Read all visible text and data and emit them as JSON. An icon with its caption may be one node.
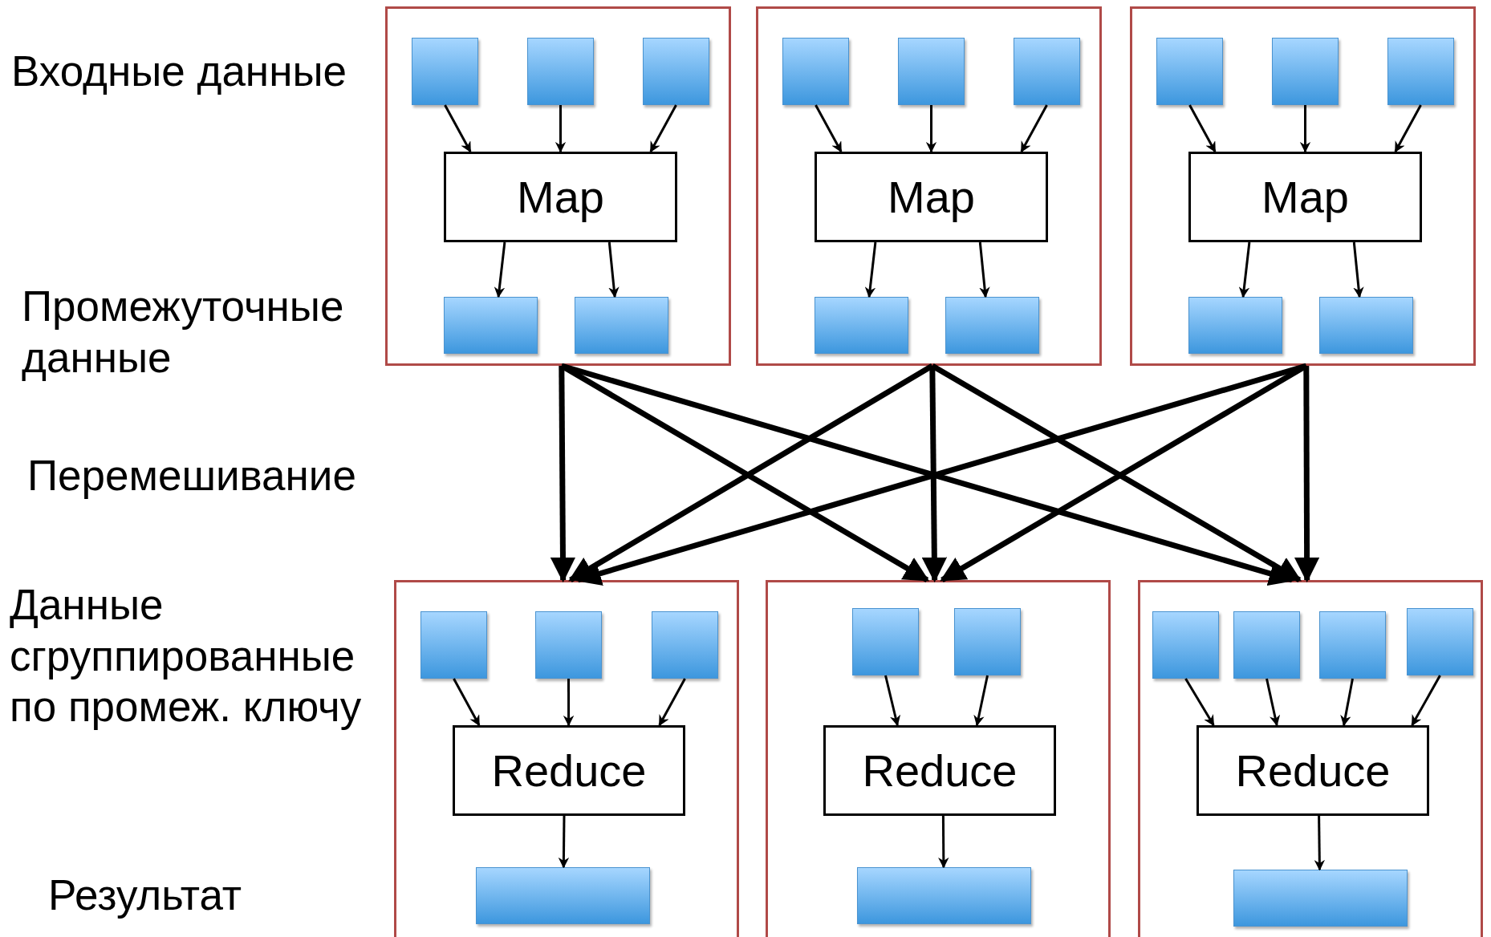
{
  "diagram": {
    "nodes": [
      {
        "text": [],
        "shape": "box"
      },
      {
        "text": [],
        "shape": "box",
        "in": 0
      },
      {
        "text": [],
        "shape": "box",
        "in": 0
      },
      {
        "text": [],
        "shape": "box",
        "in": 0
      },
      {
        "text": [
          "Map"
        ],
        "in": 0
      },
      {
        "text": [],
        "shape": "box",
        "in": 0
      },
      {
        "text": [],
        "shape": "box",
        "in": 0
      },
      {
        "text": [],
        "shape": "box"
      },
      {
        "text": [],
        "shape": "box",
        "in": 7
      },
      {
        "text": [],
        "shape": "box",
        "in": 7
      },
      {
        "text": [],
        "shape": "box",
        "in": 7
      },
      {
        "text": [
          "Map"
        ],
        "in": 7
      },
      {
        "text": [],
        "shape": "box",
        "in": 7
      },
      {
        "text": [],
        "shape": "box",
        "in": 7
      },
      {
        "text": [],
        "shape": "box"
      },
      {
        "text": [],
        "shape": "box",
        "in": 14
      },
      {
        "text": [],
        "shape": "box",
        "in": 14
      },
      {
        "text": [],
        "shape": "box",
        "in": 14
      },
      {
        "text": [
          "Map"
        ],
        "in": 14
      },
      {
        "text": [],
        "shape": "box",
        "in": 14
      },
      {
        "text": [],
        "shape": "box",
        "in": 14
      },
      {
        "text": [],
        "shape": "box"
      },
      {
        "text": [],
        "shape": "box",
        "in": 21
      },
      {
        "text": [],
        "shape": "box",
        "in": 21
      },
      {
        "text": [],
        "shape": "box",
        "in": 21
      },
      {
        "text": [
          "Reduce"
        ],
        "in": 21
      },
      {
        "text": [],
        "shape": "box",
        "in": 21
      },
      {
        "text": [],
        "shape": "box"
      },
      {
        "text": [],
        "shape": "box",
        "in": 27
      },
      {
        "text": [],
        "shape": "box",
        "in": 27
      },
      {
        "text": [
          "Reduce"
        ],
        "in": 27
      },
      {
        "text": [],
        "shape": "box",
        "in": 27
      },
      {
        "text": [],
        "shape": "box"
      },
      {
        "text": [],
        "shape": "box",
        "in": 32
      },
      {
        "text": [],
        "shape": "box",
        "in": 32
      },
      {
        "text": [],
        "shape": "box",
        "in": 32
      },
      {
        "text": [],
        "shape": "box",
        "in": 32
      },
      {
        "text": [
          "Reduce"
        ],
        "in": 32
      },
      {
        "text": [],
        "shape": "box",
        "in": 32
      }
    ],
    "edges": [
      {
        "from": 1,
        "to": 4,
        "arrow": "to"
      },
      {
        "from": 2,
        "to": 4,
        "arrow": "to"
      },
      {
        "from": 3,
        "to": 4,
        "arrow": "to"
      },
      {
        "from": 4,
        "to": 5,
        "arrow": "to"
      },
      {
        "from": 4,
        "to": 6,
        "arrow": "to"
      },
      {
        "from": 8,
        "to": 11,
        "arrow": "to"
      },
      {
        "from": 9,
        "to": 11,
        "arrow": "to"
      },
      {
        "from": 10,
        "to": 11,
        "arrow": "to"
      },
      {
        "from": 11,
        "to": 12,
        "arrow": "to"
      },
      {
        "from": 11,
        "to": 13,
        "arrow": "to"
      },
      {
        "from": 15,
        "to": 18,
        "arrow": "to"
      },
      {
        "from": 16,
        "to": 18,
        "arrow": "to"
      },
      {
        "from": 17,
        "to": 18,
        "arrow": "to"
      },
      {
        "from": 18,
        "to": 19,
        "arrow": "to"
      },
      {
        "from": 18,
        "to": 20,
        "arrow": "to"
      },
      {
        "from": 0,
        "to": 21,
        "arrow": "to",
        "style": "thick"
      },
      {
        "from": 0,
        "to": 27,
        "arrow": "to",
        "style": "thick"
      },
      {
        "from": 0,
        "to": 32,
        "arrow": "to",
        "style": "thick"
      },
      {
        "from": 7,
        "to": 21,
        "arrow": "to",
        "style": "thick"
      },
      {
        "from": 7,
        "to": 27,
        "arrow": "to",
        "style": "thick"
      },
      {
        "from": 7,
        "to": 32,
        "arrow": "to",
        "style": "thick"
      },
      {
        "from": 14,
        "to": 21,
        "arrow": "to",
        "style": "thick"
      },
      {
        "from": 14,
        "to": 27,
        "arrow": "to",
        "style": "thick"
      },
      {
        "from": 14,
        "to": 32,
        "arrow": "to",
        "style": "thick"
      },
      {
        "from": 22,
        "to": 25,
        "arrow": "to"
      },
      {
        "from": 23,
        "to": 25,
        "arrow": "to"
      },
      {
        "from": 24,
        "to": 25,
        "arrow": "to"
      },
      {
        "from": 25,
        "to": 26,
        "arrow": "to"
      },
      {
        "from": 28,
        "to": 30,
        "arrow": "to"
      },
      {
        "from": 29,
        "to": 30,
        "arrow": "to"
      },
      {
        "from": 30,
        "to": 31,
        "arrow": "to"
      },
      {
        "from": 33,
        "to": 37,
        "arrow": "to"
      },
      {
        "from": 34,
        "to": 37,
        "arrow": "to"
      },
      {
        "from": 35,
        "to": 37,
        "arrow": "to"
      },
      {
        "from": 36,
        "to": 37,
        "arrow": "to"
      },
      {
        "from": 37,
        "to": 38,
        "arrow": "to"
      }
    ],
    "labels": [
      "Входные данные",
      "Промежуточные данные",
      "Перемешивание",
      "Данные сгруппированные по промеж. ключу",
      "Результат"
    ]
  }
}
